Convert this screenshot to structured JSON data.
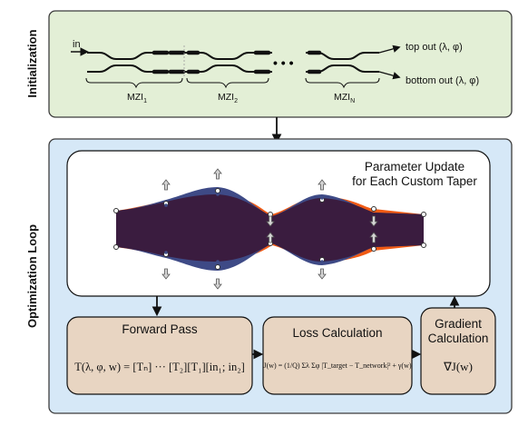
{
  "initialization": {
    "stage_label": "Initialization",
    "input_label": "in",
    "top_output": "top out (λ, φ)",
    "bottom_output": "bottom out (λ, φ)",
    "mzi_labels": [
      "MZI",
      "MZI",
      "MZI"
    ],
    "mzi_subscripts": [
      "1",
      "2",
      "N"
    ],
    "ellipsis": "• • •",
    "panel_color": "#e3efd6"
  },
  "optimization": {
    "stage_label": "Optimization Loop",
    "panel_color": "#d6e8f7",
    "parameter_update": {
      "title_line1": "Parameter Update",
      "title_line2": "for Each Custom Taper",
      "colors": {
        "original": "#f05a14",
        "updated": "#3e4a86",
        "overlap": "#3a1c3f"
      }
    },
    "forward_pass": {
      "title": "Forward Pass",
      "formula": "T(λ, φ, w) = [Tₙ] ··· [T₂][T₁][in₁; in₂]"
    },
    "loss_calculation": {
      "title": "Loss Calculation",
      "formula": "J(w) = (1/Q) Σλ Σφ |T_target − T_network|² + γ(w)"
    },
    "gradient_calculation": {
      "title_line1": "Gradient",
      "title_line2": "Calculation",
      "formula": "∇J(w)"
    },
    "box_color": "#e8d5c2"
  }
}
